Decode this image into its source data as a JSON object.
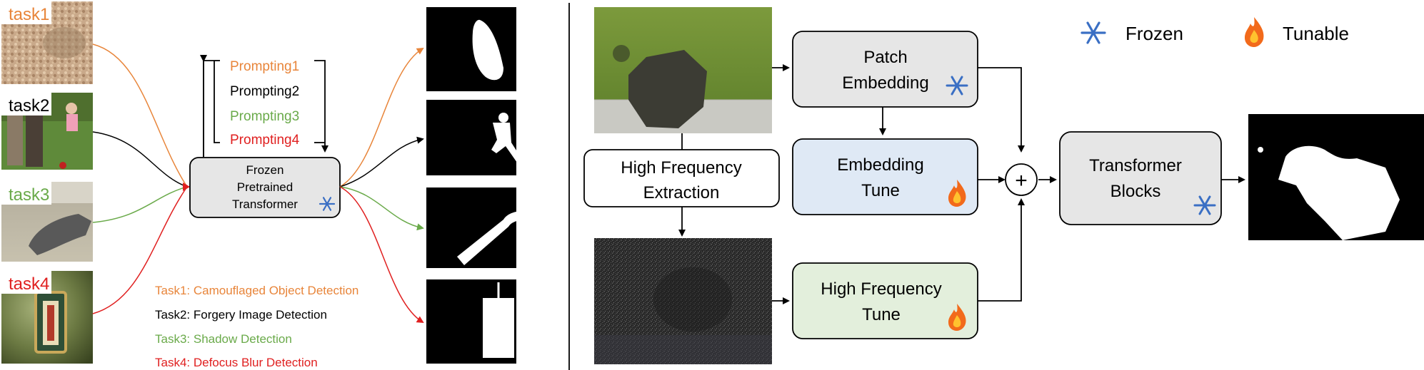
{
  "left_panel": {
    "tasks": [
      {
        "label": "task1",
        "color": "#e8853a"
      },
      {
        "label": "task2",
        "color": "#000000"
      },
      {
        "label": "task3",
        "color": "#6aaa4a"
      },
      {
        "label": "task4",
        "color": "#e02020"
      }
    ],
    "prompts": [
      {
        "label": "Prompting1",
        "color": "#e8853a"
      },
      {
        "label": "Prompting2",
        "color": "#000000"
      },
      {
        "label": "Prompting3",
        "color": "#6aaa4a"
      },
      {
        "label": "Prompting4",
        "color": "#e02020"
      }
    ],
    "model_box": {
      "line1": "Frozen",
      "line2": "Pretrained",
      "line3": "Transformer"
    },
    "task_names": [
      {
        "label": "Task1: Camouflaged Object Detection",
        "color": "#e8853a"
      },
      {
        "label": "Task2: Forgery Image Detection",
        "color": "#000000"
      },
      {
        "label": "Task3: Shadow Detection",
        "color": "#6aaa4a"
      },
      {
        "label": "Task4: Defocus Blur Detection",
        "color": "#e02020"
      }
    ]
  },
  "right_panel": {
    "legend": {
      "frozen": "Frozen",
      "tunable": "Tunable"
    },
    "patch_embedding": {
      "line1": "Patch",
      "line2": "Embedding"
    },
    "embedding_tune": {
      "line1": "Embedding",
      "line2": "Tune"
    },
    "hf_extraction": {
      "line1": "High Frequency",
      "line2": "Extraction"
    },
    "hf_tune": {
      "line1": "High Frequency",
      "line2": "Tune"
    },
    "transformer_blocks": {
      "line1": "Transformer",
      "line2": "Blocks"
    },
    "sum_symbol": "+"
  },
  "colors": {
    "frozen_box": "#e6e6e6",
    "embedding_tune_box": "#dfe9f5",
    "hf_tune_box": "#e3efdc",
    "snowflake": "#3a6fc4",
    "flame_outer": "#f26a1b",
    "flame_inner": "#ffc22e"
  }
}
